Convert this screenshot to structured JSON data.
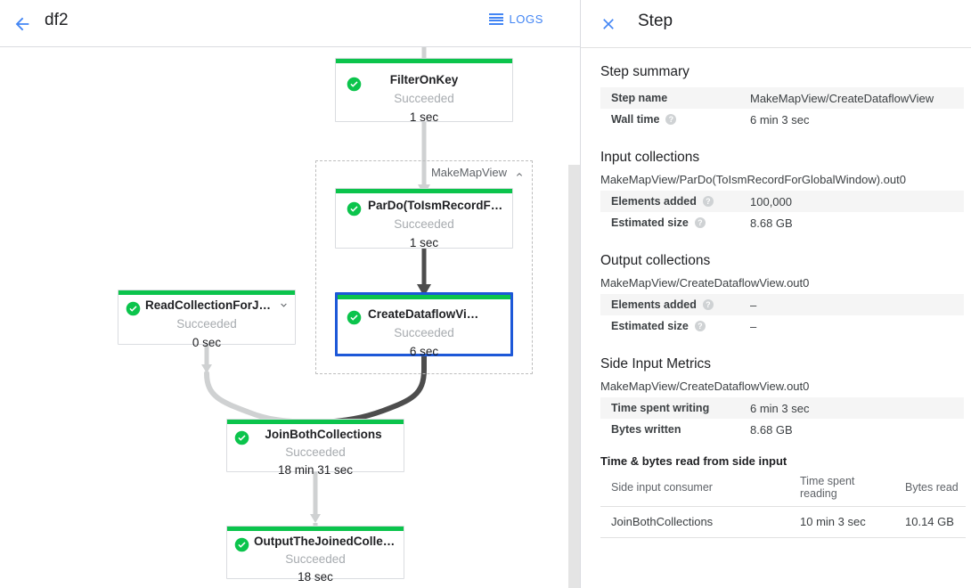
{
  "topbar": {
    "back_icon": "back-arrow-icon",
    "job_title": "df2",
    "logs_label": "LOGS",
    "logs_icon": "logs-list-icon"
  },
  "graph": {
    "group": {
      "label": "MakeMapView",
      "caret_icon": "chevron-up-icon"
    },
    "nodes": [
      {
        "id": "filter-on-key",
        "name": "FilterOnKey",
        "status": "Succeeded",
        "duration": "1 sec",
        "status_icon": "check-circle-icon",
        "selected": false,
        "has_chevron": false
      },
      {
        "id": "pardo-toismrecord",
        "name": "ParDo(ToIsmRecordFor…",
        "status": "Succeeded",
        "duration": "1 sec",
        "status_icon": "check-circle-icon",
        "selected": false,
        "has_chevron": false
      },
      {
        "id": "create-dataflow-view",
        "name": "CreateDataflowView",
        "status": "Succeeded",
        "duration": "6 sec",
        "status_icon": "check-circle-icon",
        "selected": true,
        "has_chevron": false
      },
      {
        "id": "read-collection-for-join",
        "name": "ReadCollectionForJoin",
        "status": "Succeeded",
        "duration": "0 sec",
        "status_icon": "check-circle-icon",
        "selected": false,
        "has_chevron": true,
        "chevron_icon": "chevron-down-icon"
      },
      {
        "id": "join-both-collections",
        "name": "JoinBothCollections",
        "status": "Succeeded",
        "duration": "18 min 31 sec",
        "status_icon": "check-circle-icon",
        "selected": false,
        "has_chevron": false
      },
      {
        "id": "output-the-joined-collection",
        "name": "OutputTheJoinedCollec…",
        "status": "Succeeded",
        "duration": "18 sec",
        "status_icon": "check-circle-icon",
        "selected": false,
        "has_chevron": false
      }
    ]
  },
  "colors": {
    "accent_blue": "#4285f4",
    "selected_border": "#1d58d8",
    "success_green": "#0bc44c",
    "edge_light": "#cfd1d2",
    "edge_dark": "#4d4d4d",
    "text_primary": "#202124",
    "text_muted": "#a7abaf",
    "row_alt": "#f5f5f5"
  },
  "panel": {
    "close_icon": "close-icon",
    "title": "Step",
    "step_summary": {
      "heading": "Step summary",
      "rows": [
        {
          "key": "Step name",
          "value": "MakeMapView/CreateDataflowView",
          "help": false
        },
        {
          "key": "Wall time",
          "value": "6 min 3 sec",
          "help": true
        }
      ]
    },
    "input_collections": {
      "heading": "Input collections",
      "collection": "MakeMapView/ParDo(ToIsmRecordForGlobalWindow).out0",
      "rows": [
        {
          "key": "Elements added",
          "value": "100,000",
          "help": true
        },
        {
          "key": "Estimated size",
          "value": "8.68 GB",
          "help": true
        }
      ]
    },
    "output_collections": {
      "heading": "Output collections",
      "collection": "MakeMapView/CreateDataflowView.out0",
      "rows": [
        {
          "key": "Elements added",
          "value": "–",
          "help": true
        },
        {
          "key": "Estimated size",
          "value": "–",
          "help": true
        }
      ]
    },
    "side_input_metrics": {
      "heading": "Side Input Metrics",
      "collection": "MakeMapView/CreateDataflowView.out0",
      "rows": [
        {
          "key": "Time spent writing",
          "value": "6 min 3 sec",
          "help": false
        },
        {
          "key": "Bytes written",
          "value": "8.68 GB",
          "help": false
        }
      ]
    },
    "side_input_table": {
      "heading": "Time & bytes read from side input",
      "columns": [
        "Side input consumer",
        "Time spent reading",
        "Bytes read"
      ],
      "rows": [
        [
          "JoinBothCollections",
          "10 min 3 sec",
          "10.14 GB"
        ]
      ]
    }
  },
  "scrollbar": {
    "name": "graph-vertical-scrollbar"
  }
}
